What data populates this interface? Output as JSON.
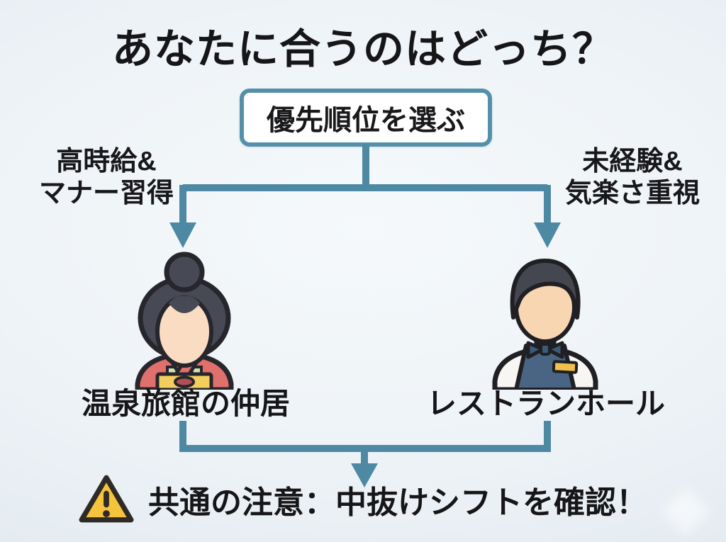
{
  "title": "あなたに合うのはどっち？",
  "decision_box": {
    "label": "優先順位を選ぶ"
  },
  "branches": {
    "left": {
      "condition_line1": "高時給&",
      "condition_line2": "マナー習得",
      "icon": "kimono-attendant-icon",
      "result": "温泉旅館の仲居"
    },
    "right": {
      "condition_line1": "未経験&",
      "condition_line2": "気楽さ重視",
      "icon": "waiter-icon",
      "result": "レストランホール"
    }
  },
  "footer": {
    "icon": "warning-triangle-icon",
    "text": "共通の注意：中抜けシフトを確認！"
  },
  "colors": {
    "background": "#eef3f7",
    "text": "#1c1c1e",
    "connector": "#4e89a4",
    "box_border": "#5590ab",
    "box_fill": "#ffffff",
    "warning_fill": "#f6c33c",
    "warning_outline": "#2e2a26",
    "kimono": "#e0706c",
    "obi": "#f3ce5e",
    "obi_ornament": "#b24e56",
    "hair": "#474a54",
    "skin": "#f9dcc2",
    "apron": "#4a6583",
    "badge": "#f0c14b"
  }
}
